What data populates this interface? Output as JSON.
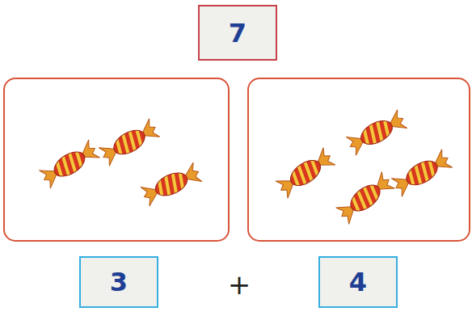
{
  "diagram": {
    "nodes": [
      {
        "text": [
          "7"
        ]
      },
      {
        "text": [
          "3"
        ]
      },
      {
        "text": [
          "4"
        ]
      }
    ],
    "labels": [
      "+"
    ]
  }
}
